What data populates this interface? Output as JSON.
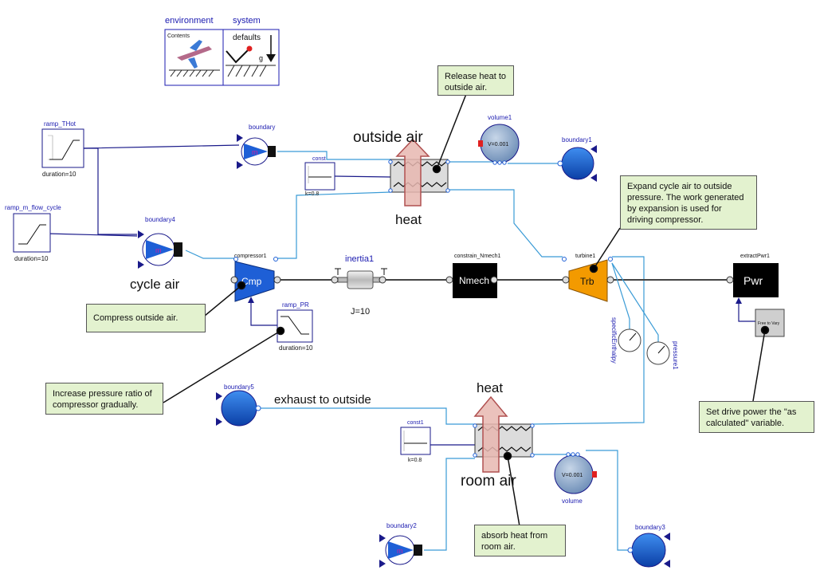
{
  "palette": {
    "wire_fluid": "#3a9bd6",
    "wire_signal": "#1a1a8a",
    "component_blue": "#1e5fd6",
    "turbine_orange": "#f39a00",
    "note_bg": "#e3f2cf",
    "arrow_fill": "#e8b7b0",
    "label_blue": "#1b1bb0"
  },
  "system_box": {
    "environment_label": "environment",
    "system_label": "system",
    "contents_label": "Contents",
    "defaults_label": "defaults",
    "g_label": "g"
  },
  "labels": {
    "outside_air": "outside air",
    "heat_top": "heat",
    "cycle_air": "cycle air",
    "exhaust": "exhaust to outside",
    "heat_bottom": "heat",
    "room_air": "room air"
  },
  "components": {
    "ramp_THot": {
      "name": "ramp_THot",
      "param": "duration=10"
    },
    "ramp_m_flow_cycle": {
      "name": "ramp_m_flow_cycle",
      "param": "duration=10"
    },
    "boundary": {
      "name": "boundary",
      "symbol": "m"
    },
    "boundary4": {
      "name": "boundary4",
      "symbol": "m"
    },
    "const": {
      "name": "const",
      "param": "k=0.8"
    },
    "const1": {
      "name": "const1",
      "param": "k=0.8"
    },
    "volume1": {
      "name": "volume1",
      "inner": "V=0.001"
    },
    "volume": {
      "name": "volume",
      "inner": "V=0.001"
    },
    "boundary1": {
      "name": "boundary1"
    },
    "boundary3": {
      "name": "boundary3"
    },
    "boundary5": {
      "name": "boundary5"
    },
    "boundary2": {
      "name": "boundary2",
      "symbol": "m"
    },
    "compressor1": {
      "name": "compressor1",
      "symbol": "Cmp"
    },
    "inertia1": {
      "name": "inertia1",
      "param": "J=10"
    },
    "constrain_Nmech1": {
      "name": "constrain_Nmech1",
      "symbol": "Nmech"
    },
    "turbine1": {
      "name": "turbine1",
      "symbol": "Trb"
    },
    "extractPwr1": {
      "name": "extractPwr1",
      "symbol": "Pwr"
    },
    "ramp_PR": {
      "name": "ramp_PR",
      "param": "duration=10"
    },
    "specificEnthalpy": {
      "name": "specificEnthalpy"
    },
    "pressure1": {
      "name": "pressure1"
    },
    "set_var": {
      "inner": "Free to Vary"
    }
  },
  "notes": {
    "release_heat": "Release heat to outside air.",
    "expand": "Expand cycle air to outside pressure. The work generated by expansion is used for driving compressor.",
    "compress": "Compress outside air.",
    "increase_pr": "Increase pressure ratio of compressor gradually.",
    "set_drive": "Set drive power  the \"as calculated\" variable.",
    "absorb": "absorb heat from room air."
  }
}
